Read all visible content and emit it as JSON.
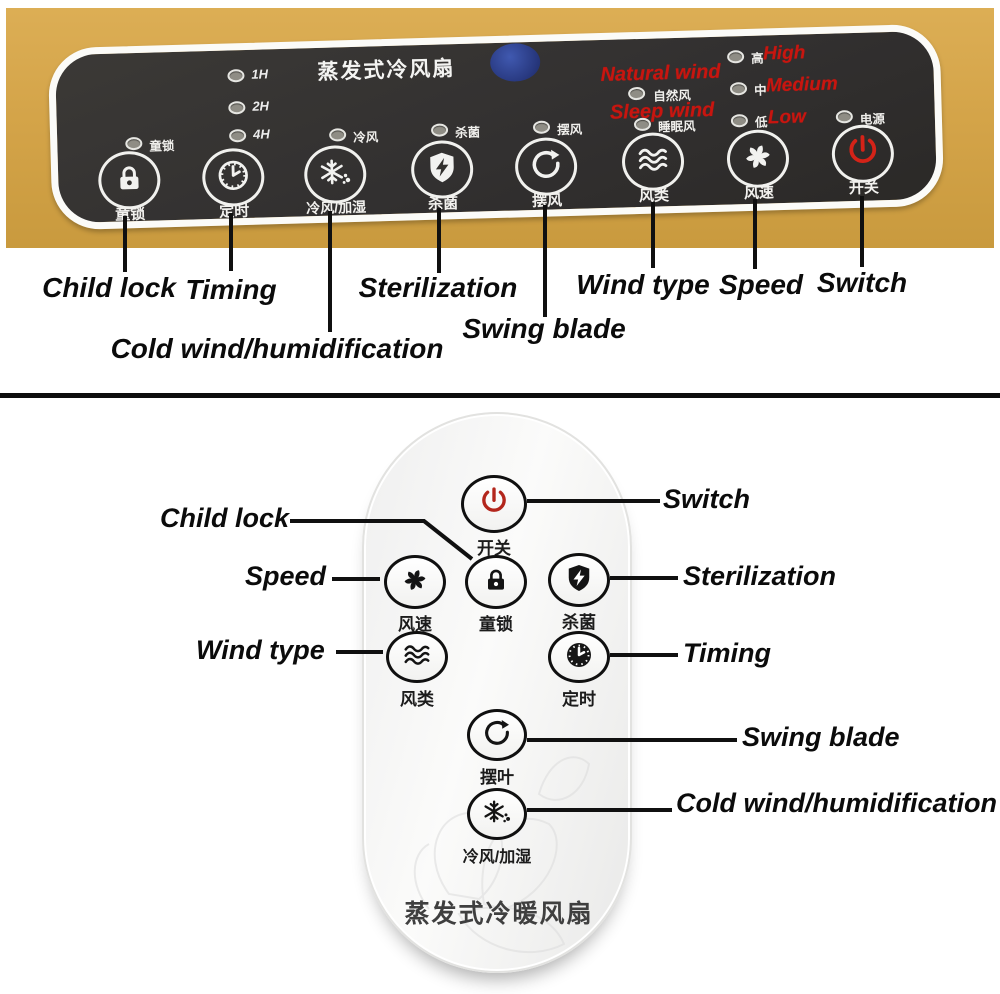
{
  "colors": {
    "gold": "#d4a449",
    "panel_black": "#32302e",
    "accent_red": "#c8150f",
    "indicator_blue": "#2c3e8c"
  },
  "panel": {
    "title": "蒸发式冷风扇",
    "timer_leds": [
      "1H",
      "2H",
      "4H"
    ],
    "columns": [
      {
        "zh": "童锁",
        "led": "童锁",
        "icon": "lock"
      },
      {
        "zh": "定时",
        "led": "",
        "icon": "clock"
      },
      {
        "zh": "冷风/加湿",
        "led": "冷风",
        "icon": "snowflake"
      },
      {
        "zh": "杀菌",
        "led": "杀菌",
        "icon": "shield"
      },
      {
        "zh": "摆风",
        "led": "摆风",
        "icon": "swing"
      },
      {
        "zh": "风类",
        "led": "",
        "icon": "waves"
      },
      {
        "zh": "风速",
        "led": "",
        "icon": "fan"
      },
      {
        "zh": "开关",
        "led": "",
        "icon": "power"
      }
    ],
    "wind_mode_leds": [
      {
        "zh": "自然风",
        "en": "Natural wind"
      },
      {
        "zh": "睡眠风",
        "en": "Sleep wind"
      }
    ],
    "speed_leds": [
      {
        "zh": "高",
        "en": "High"
      },
      {
        "zh": "中",
        "en": "Medium"
      },
      {
        "zh": "低",
        "en": "Low"
      }
    ],
    "power_led": "电源"
  },
  "panel_annotations": {
    "child_lock": "Child lock",
    "timing": "Timing",
    "cold": "Cold wind/humidification",
    "sterilization": "Sterilization",
    "swing": "Swing blade",
    "wind_type": "Wind type",
    "speed": "Speed",
    "switch": "Switch"
  },
  "remote": {
    "buttons": {
      "power": "开关",
      "speed": "风速",
      "child_lock": "童锁",
      "sterilization": "杀菌",
      "wind_type": "风类",
      "timing": "定时",
      "swing": "摆叶",
      "cold": "冷风/加湿"
    },
    "brand": "蒸发式冷暖风扇",
    "annotations": {
      "switch": "Switch",
      "child_lock": "Child lock",
      "speed": "Speed",
      "wind_type": "Wind type",
      "sterilization": "Sterilization",
      "timing": "Timing",
      "swing": "Swing blade",
      "cold": "Cold wind/humidification"
    }
  }
}
